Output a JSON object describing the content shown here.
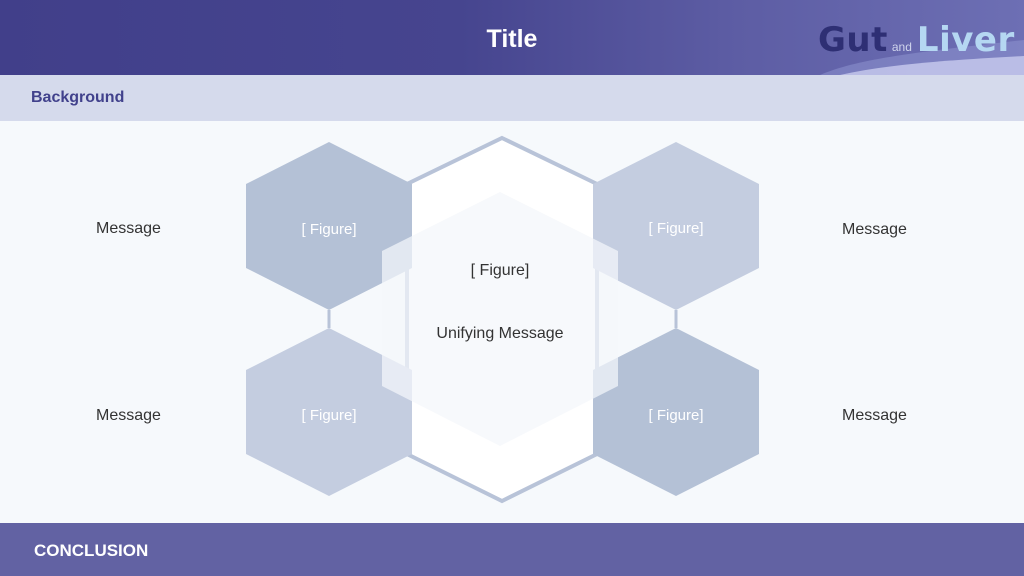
{
  "header": {
    "title": "Title",
    "logo": {
      "word1": "Gut",
      "joiner": "and",
      "word2": "Liver"
    }
  },
  "background": {
    "label": "Background"
  },
  "diagram": {
    "center": {
      "figure": "[ Figure]",
      "message": "Unifying Message"
    },
    "corners": [
      {
        "figure": "[ Figure]",
        "message": "Message"
      },
      {
        "figure": "[ Figure]",
        "message": "Message"
      },
      {
        "figure": "[ Figure]",
        "message": "Message"
      },
      {
        "figure": "[ Figure]",
        "message": "Message"
      }
    ]
  },
  "footer": {
    "label": "CONCLUSION"
  },
  "colors": {
    "header": "#413f8a",
    "background_band": "#d5daec",
    "hexagon_fill": "#b4c1d6",
    "hexagon_outline": "#b8c3d8",
    "footer": "#6262a3"
  }
}
